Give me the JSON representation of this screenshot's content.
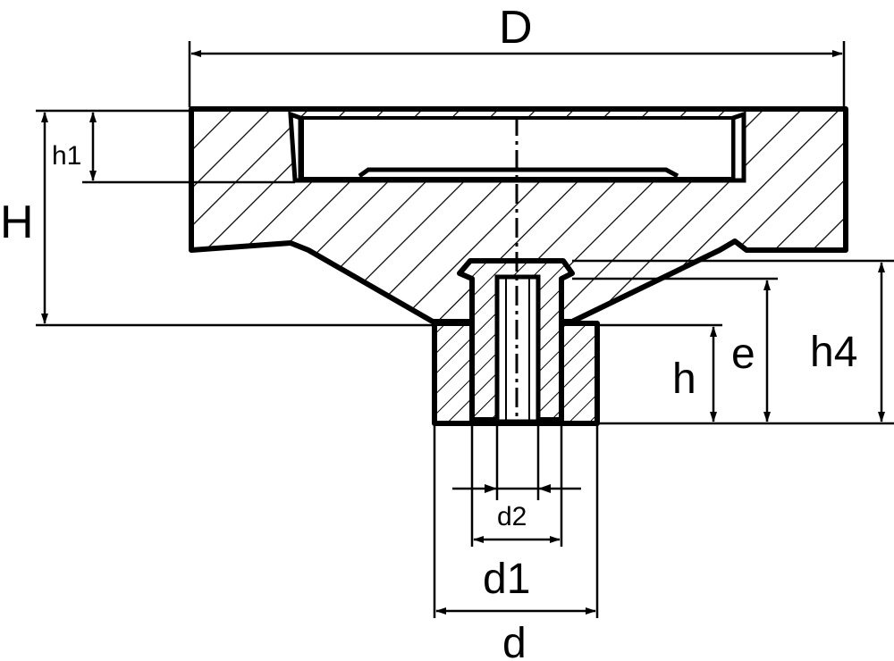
{
  "labels": {
    "D": "D",
    "H": "H",
    "h1": "h1",
    "h4": "h4",
    "e": "e",
    "h": "h",
    "d2": "d2",
    "d1": "d1",
    "d": "d"
  },
  "colors": {
    "line": "#000000",
    "background": "#ffffff"
  }
}
